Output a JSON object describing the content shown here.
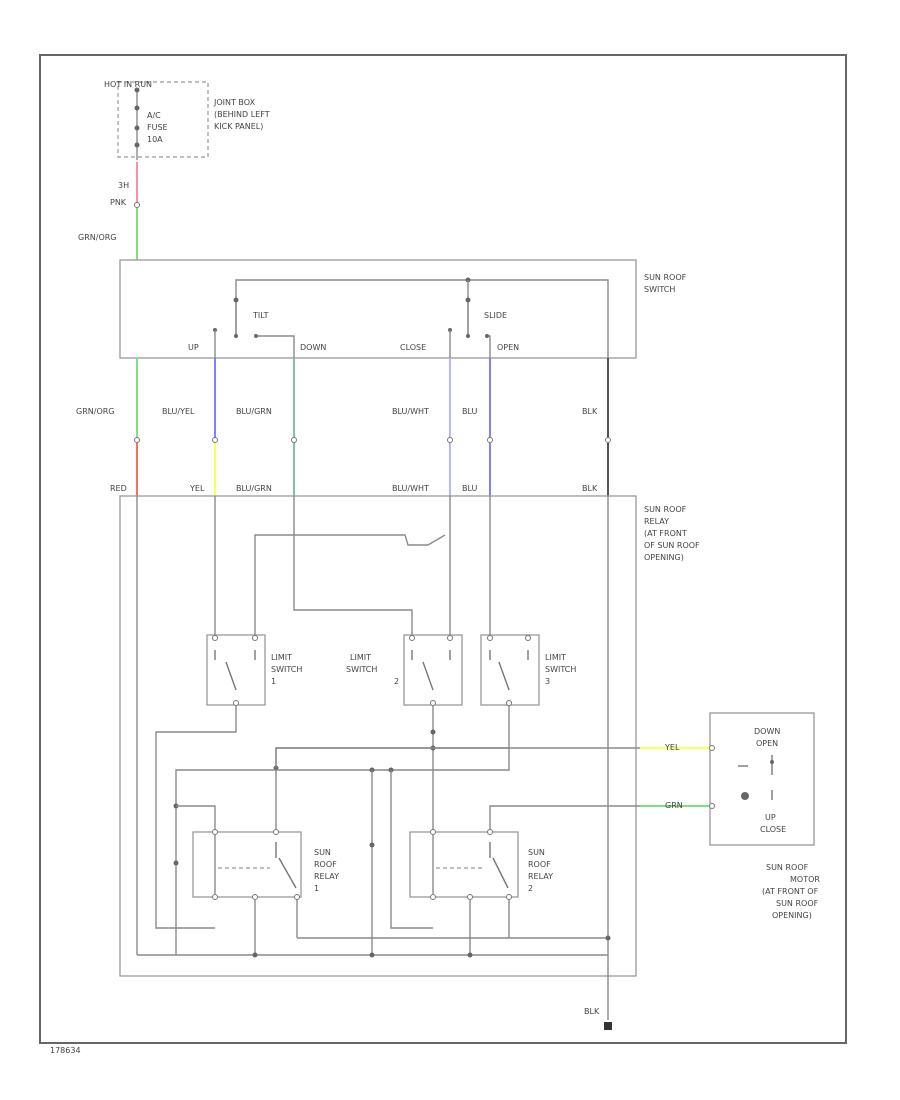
{
  "diagram_id": "178634",
  "fuse_block": {
    "hot_label": "HOT IN RUN",
    "fuse_label_1": "A/C",
    "fuse_label_2": "FUSE",
    "fuse_label_3": "10A",
    "location_1": "JOINT BOX",
    "location_2": "(BEHIND LEFT",
    "location_3": "KICK PANEL)"
  },
  "connector_labels": {
    "c1": "3H",
    "c2": "PNK"
  },
  "sunroof_switch": {
    "label_1": "SUN ROOF",
    "label_2": "SWITCH",
    "tilt": "TILT",
    "slide": "SLIDE",
    "up": "UP",
    "down": "DOWN",
    "close": "CLOSE",
    "open": "OPEN"
  },
  "upper_wire_labels": {
    "grn_org": "GRN/ORG",
    "blu_yel": "BLU/YEL",
    "blu_grn": "BLU/GRN",
    "blu_wht": "BLU/WHT",
    "blu": "BLU",
    "blk": "BLK"
  },
  "lower_wire_labels": {
    "red": "RED",
    "yel": "YEL",
    "blu_grn": "BLU/GRN",
    "blu_wht": "BLU/WHT",
    "blu": "BLU",
    "blk": "BLK"
  },
  "relay_unit": {
    "label_1": "SUN ROOF",
    "label_2": "RELAY",
    "label_3": "(AT FRONT",
    "label_4": "OF SUN ROOF",
    "label_5": "OPENING)"
  },
  "limit_switches": [
    {
      "line1": "LIMIT",
      "line2": "SWITCH",
      "line3": "1"
    },
    {
      "line1": "LIMIT",
      "line2": "SWITCH",
      "line3": "2"
    },
    {
      "line1": "LIMIT",
      "line2": "SWITCH",
      "line3": "3"
    }
  ],
  "relays": [
    {
      "line1": "SUN",
      "line2": "ROOF",
      "line3": "RELAY",
      "line4": "1"
    },
    {
      "line1": "SUN",
      "line2": "ROOF",
      "line3": "RELAY",
      "line4": "2"
    }
  ],
  "motor": {
    "down_open_1": "DOWN",
    "down_open_2": "OPEN",
    "up_close_1": "UP",
    "up_close_2": "CLOSE",
    "motor_wire_1": "YEL",
    "motor_wire_2": "GRN",
    "label_1": "SUN ROOF",
    "label_2": "MOTOR",
    "label_3": "(AT FRONT OF",
    "label_4": "SUN ROOF",
    "label_5": "OPENING)"
  },
  "ground_label": "BLK",
  "colors": {
    "wire_gray": "#8a8a8a",
    "pink": "#ff8fa0",
    "green": "#7fe07f",
    "red": "#ff6b6b",
    "yellow": "#ffff55",
    "blue_violet": "#8080ff",
    "teal": "#80c0b0",
    "light_violet": "#b8b8ff",
    "black_wire": "#555555"
  }
}
